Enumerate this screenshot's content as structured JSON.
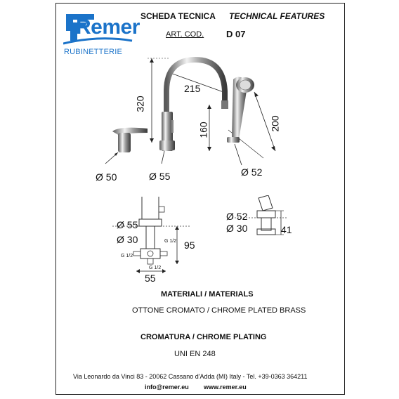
{
  "header": {
    "brand": "Remer",
    "brand_sub": "RUBINETTERIE",
    "title_it": "SCHEDA TECNICA",
    "title_en": "TECHNICAL FEATURES",
    "art_cod_label": "ART. COD.",
    "art_cod_value": "D 07"
  },
  "drawing_top": {
    "dims": {
      "height": "320",
      "reach": "215",
      "spout_height": "160",
      "hose_length": "200",
      "diam_lever": "Ø 50",
      "diam_body": "Ø 55",
      "diam_shower": "Ø 52"
    }
  },
  "drawing_bottom": {
    "dims": {
      "diam_55": "Ø 55",
      "diam_30": "Ø 30",
      "depth_95": "95",
      "width_55": "55",
      "g_half_1": "G 1/2",
      "g_half_2": "G 1/2",
      "g_half_3": "G 1/2",
      "diam_52": "Ø 52",
      "diam_30b": "Ø 30",
      "height_41": "41"
    }
  },
  "materials": {
    "heading": "MATERIALI / MATERIALS",
    "text": "OTTONE CROMATO / CHROME PLATED BRASS"
  },
  "plating": {
    "heading": "CROMATURA / CHROME PLATING",
    "text": "UNI EN 248"
  },
  "footer": {
    "address": "Via Leonardo da Vinci 83 - 20062 Cassano d'Adda (MI) Italy - Tel. +39-0363 364211",
    "email": "info@remer.eu",
    "web": "www.remer.eu"
  },
  "colors": {
    "brand_blue": "#1b73c9",
    "ink": "#111111"
  }
}
